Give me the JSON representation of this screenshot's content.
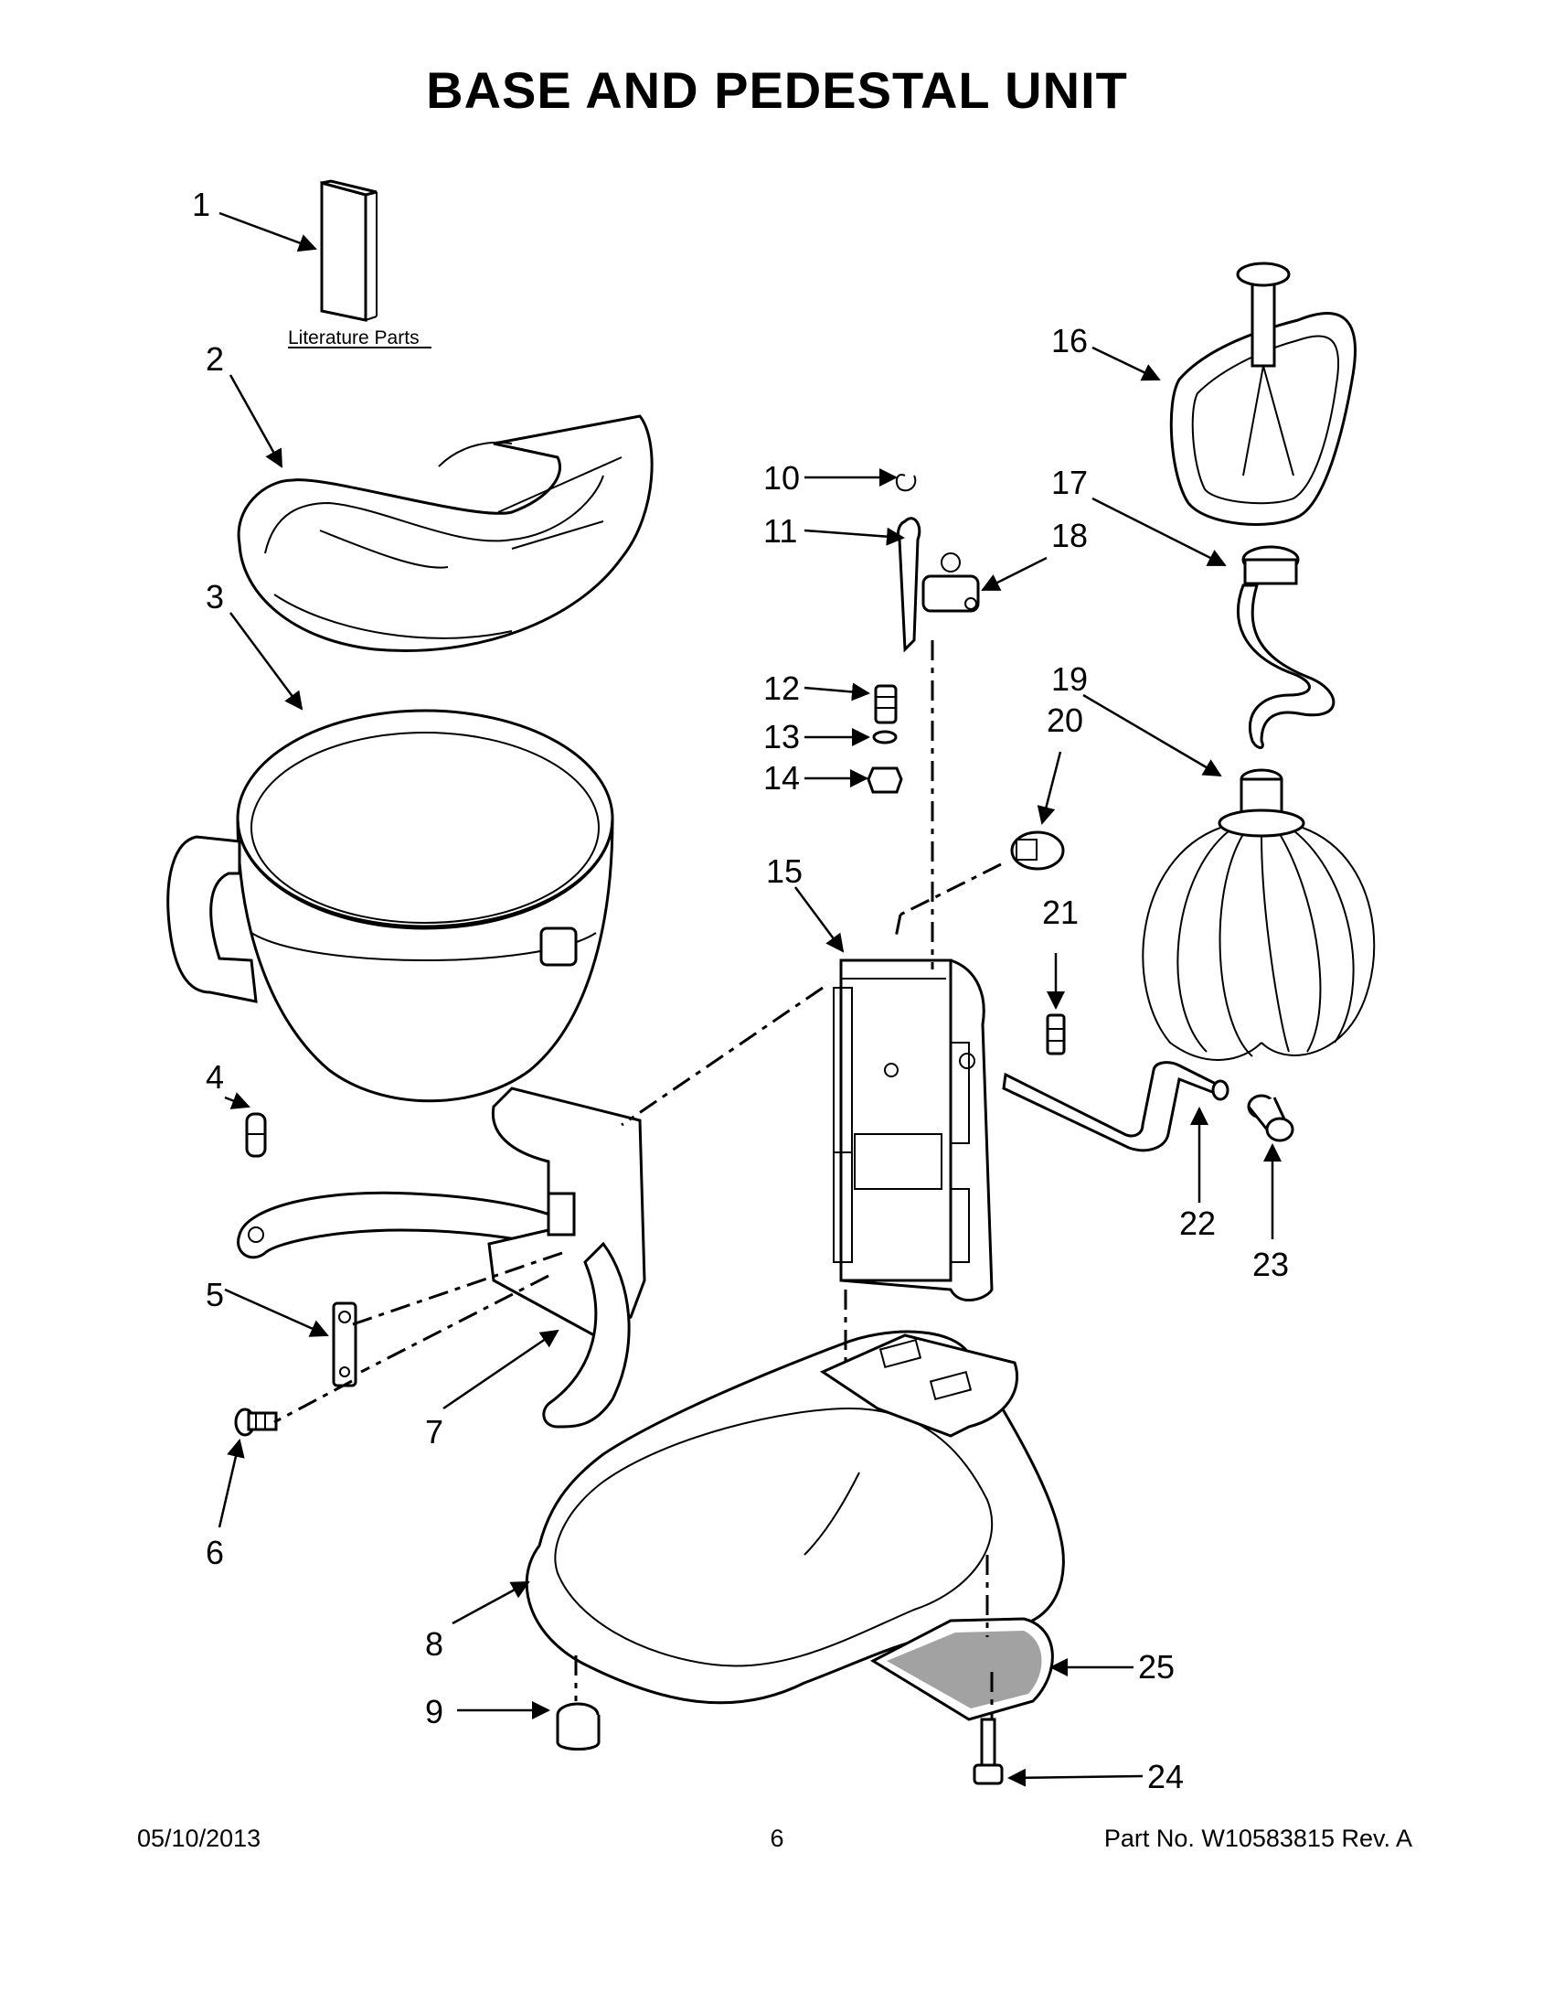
{
  "page": {
    "title": "BASE AND PEDESTAL UNIT",
    "footer": {
      "date": "05/10/2013",
      "page_number": "6",
      "part_no": "Part No.  W10583815  Rev.  A"
    },
    "literature_label": "Literature Parts"
  },
  "callouts": [
    "1",
    "2",
    "3",
    "4",
    "5",
    "6",
    "7",
    "8",
    "9",
    "10",
    "11",
    "12",
    "13",
    "14",
    "15",
    "16",
    "17",
    "18",
    "19",
    "20",
    "21",
    "22",
    "23",
    "24",
    "25"
  ]
}
